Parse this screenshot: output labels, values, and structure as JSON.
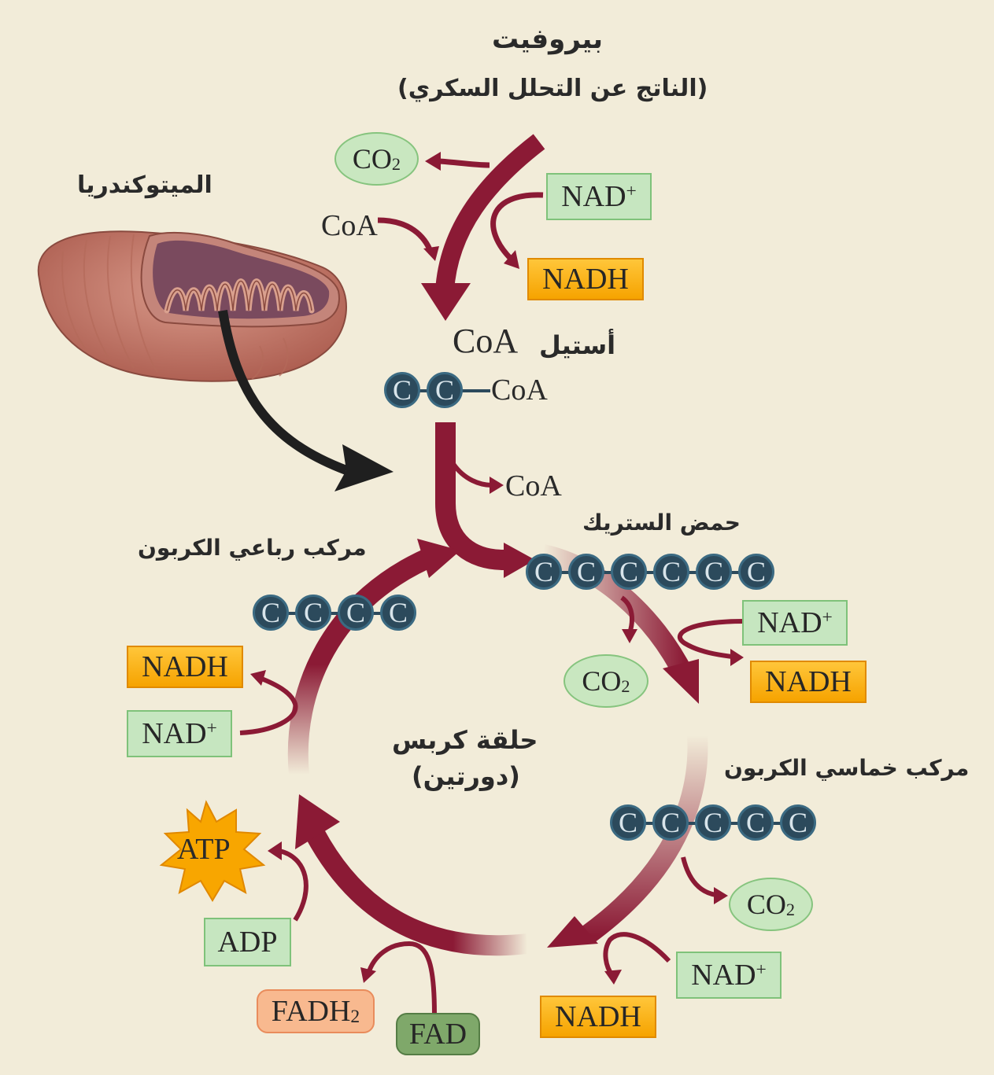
{
  "labels": {
    "pyruvate": "بيروفيت",
    "pyruvate_source": "(الناتج عن التحلل السكري)",
    "mitochondria": "الميتوكندريا",
    "acetyl_coa_ar": "أستيل",
    "acetyl_coa_en": "CoA",
    "citric_acid": "حمض الستريك",
    "five_carbon": "مركب خماسي الكربون",
    "four_carbon": "مركب رباعي الكربون",
    "krebs_title": "حلقة كربس",
    "krebs_subtitle": "(دورتين)"
  },
  "molecules": {
    "co2": "CO",
    "co2_sub": "2",
    "coa": "CoA",
    "nad": "NAD",
    "nad_sup": "+",
    "nadh": "NADH",
    "atp": "ATP",
    "adp": "ADP",
    "fadh": "FADH",
    "fadh_sub": "2",
    "fad": "FAD",
    "carbon": "C",
    "acetyl_chain_coa": "CoA"
  },
  "colors": {
    "background": "#f2ecd9",
    "arrow": "#8b1a35",
    "carbon": "#2c4a5c",
    "nad_plus": "#c6e6c0",
    "nadh": "#f6a300",
    "co2": "#c9e7c0",
    "atp_star": "#f8a600"
  }
}
